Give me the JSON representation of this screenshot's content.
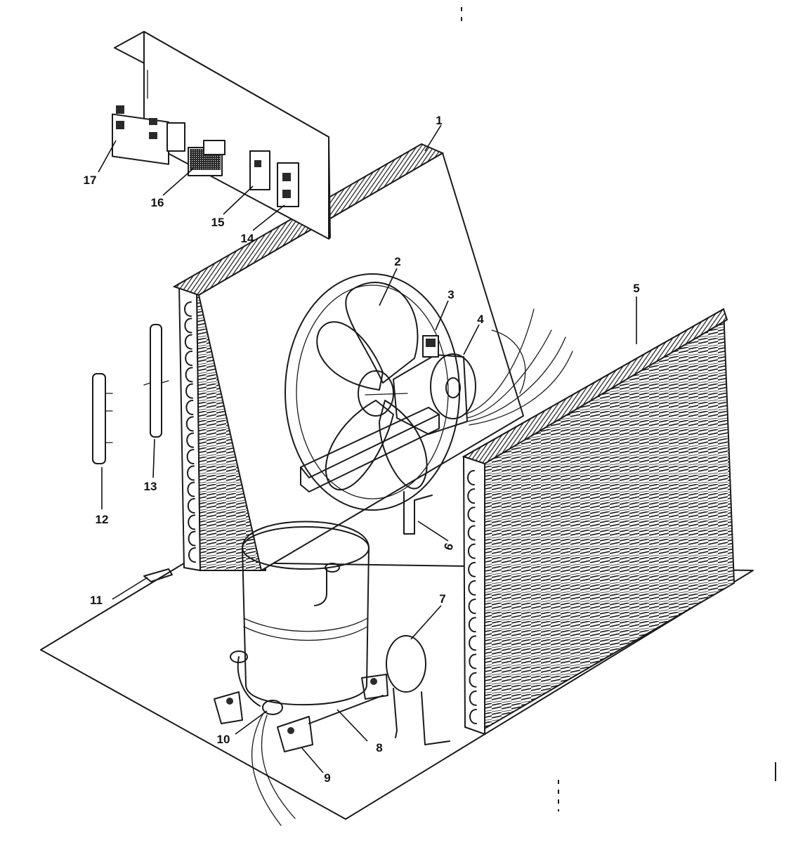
{
  "callouts": [
    {
      "id": "1",
      "text": "1"
    },
    {
      "id": "2",
      "text": "2"
    },
    {
      "id": "3",
      "text": "3"
    },
    {
      "id": "4",
      "text": "4"
    },
    {
      "id": "5",
      "text": "5"
    },
    {
      "id": "6",
      "text": "6"
    },
    {
      "id": "7",
      "text": "7"
    },
    {
      "id": "8",
      "text": "8"
    },
    {
      "id": "9",
      "text": "9"
    },
    {
      "id": "10",
      "text": "10"
    },
    {
      "id": "11",
      "text": "11"
    },
    {
      "id": "12",
      "text": "12"
    },
    {
      "id": "13",
      "text": "13"
    },
    {
      "id": "14",
      "text": "14"
    },
    {
      "id": "15",
      "text": "15"
    },
    {
      "id": "16",
      "text": "16"
    },
    {
      "id": "17",
      "text": "17"
    }
  ],
  "colors": {
    "ink": "#1a1a1a",
    "paper": "#ffffff"
  }
}
